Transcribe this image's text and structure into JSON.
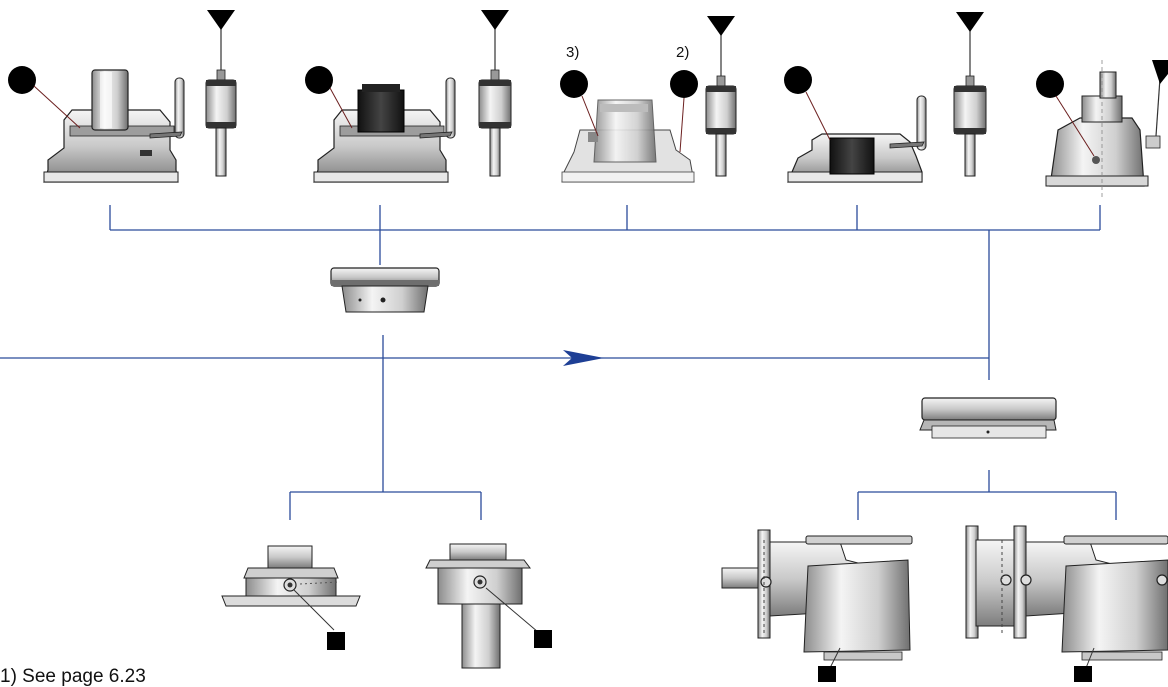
{
  "callouts": {
    "label_3": "3)",
    "label_2": "2)"
  },
  "footnote": "1) See page 6.23",
  "colors": {
    "connector": "#2b4c9a",
    "arrow": "#1e3f95",
    "marker": "#000000",
    "callout_line": "#6b1f1f"
  }
}
